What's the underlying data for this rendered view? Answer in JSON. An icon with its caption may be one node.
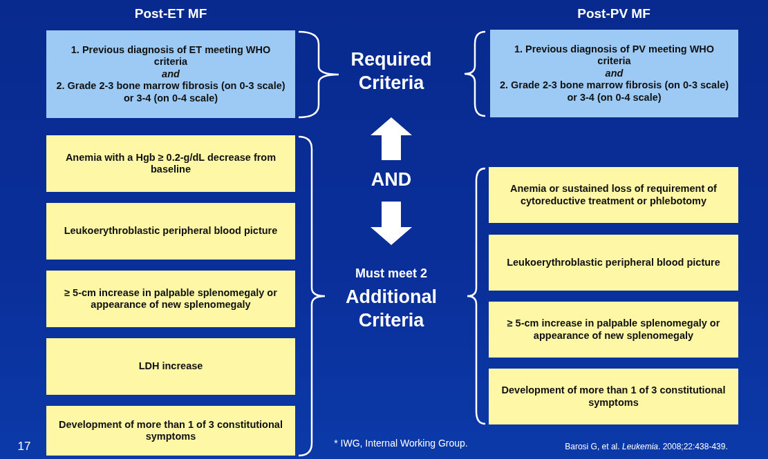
{
  "diagram": {
    "nodes": [
      {
        "text": [
          "1. Previous diagnosis of ET meeting WHO criteria",
          "and",
          "2. Grade 2-3 bone marrow fibrosis (on 0-3 scale) or 3-4 (on 0-4 scale)"
        ]
      },
      {
        "text": [
          "1. Previous diagnosis of PV meeting WHO criteria",
          "and",
          "2. Grade 2-3 bone marrow fibrosis (on 0-3 scale) or 3-4 (on 0-4 scale)"
        ]
      },
      {
        "text": [
          "Anemia with a Hgb ≥ 0.2-g/dL decrease from baseline"
        ]
      },
      {
        "text": [
          "Leukoerythroblastic peripheral blood picture"
        ]
      },
      {
        "text": [
          "≥ 5-cm increase in palpable splenomegaly or appearance of new splenomegaly"
        ]
      },
      {
        "text": [
          "LDH increase"
        ]
      },
      {
        "text": [
          "Development of more than 1 of 3 constitutional symptoms"
        ]
      },
      {
        "text": [
          "Anemia or sustained loss of requirement of cytoreductive treatment or phlebotomy"
        ]
      },
      {
        "text": [
          "Leukoerythroblastic peripheral blood picture"
        ]
      },
      {
        "text": [
          "≥ 5-cm increase in palpable splenomegaly or appearance of new splenomegaly"
        ]
      },
      {
        "text": [
          "Development of more than 1 of 3 constitutional symptoms"
        ]
      }
    ],
    "labels": [
      "Post-ET MF",
      "Post-PV MF",
      "Required Criteria",
      "AND",
      "Must meet 2",
      "Additional Criteria",
      "17",
      "* IWG, Internal Working Group.",
      "Barosi G, et al. *Leukemia*. 2008;22:438-439."
    ]
  }
}
